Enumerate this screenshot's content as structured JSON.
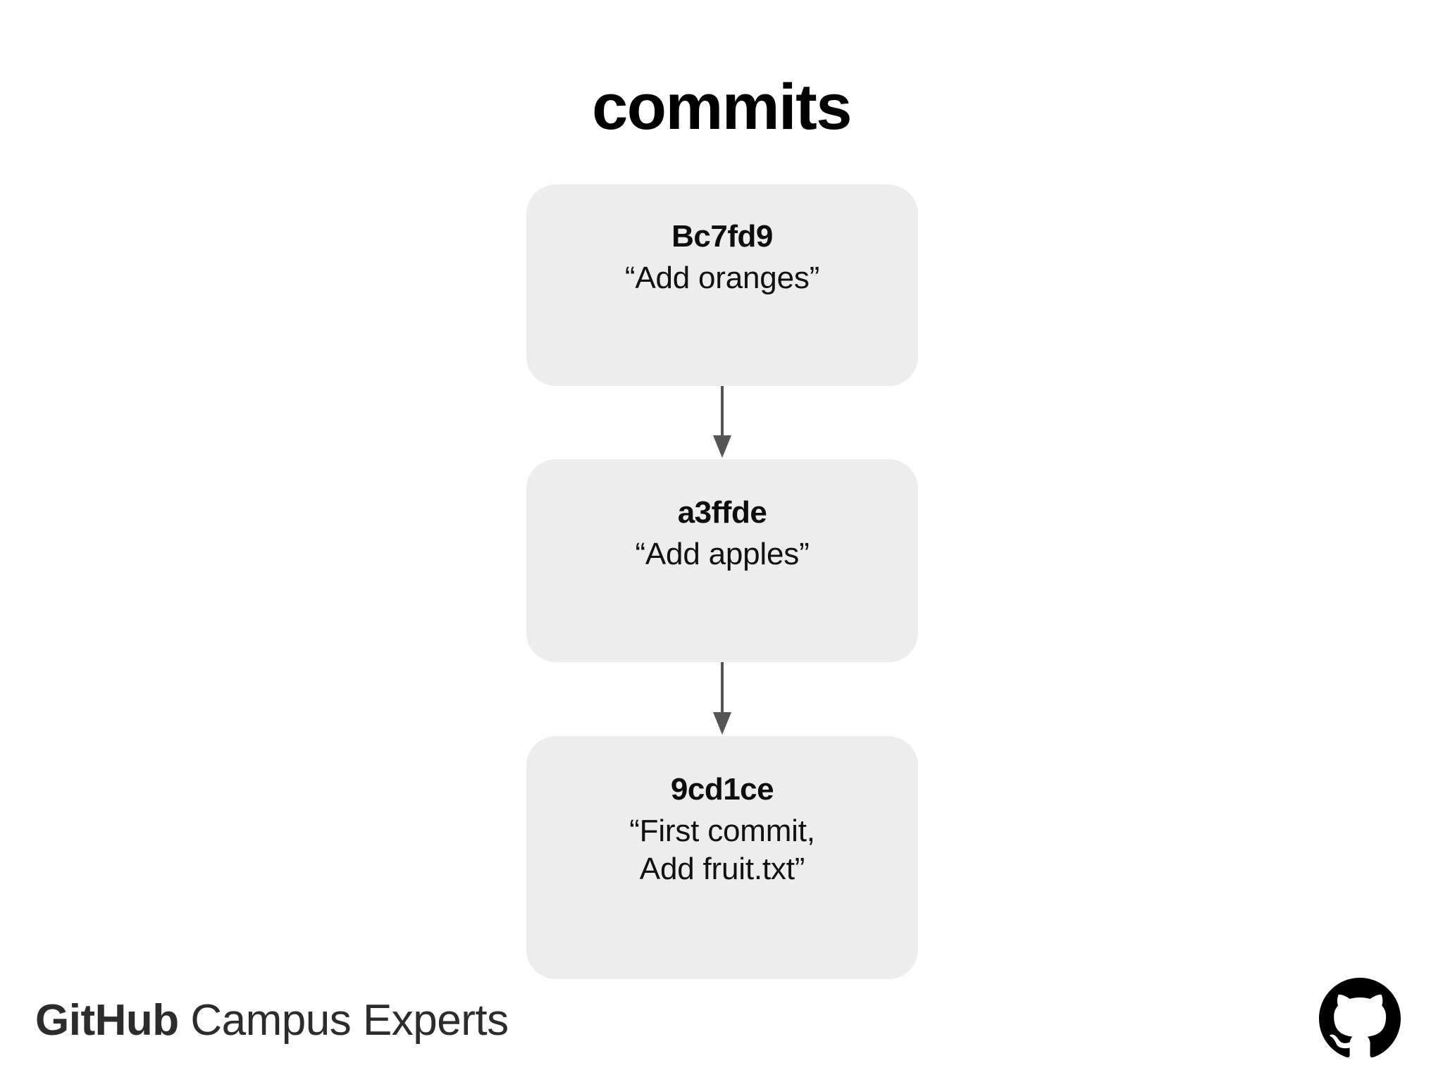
{
  "slide": {
    "title": "commits",
    "background_color": "#ffffff"
  },
  "colors": {
    "node_background": "#ededed",
    "node_text": "#0d0d0d",
    "arrow": "#555555",
    "footer_text": "#2c2c2c",
    "logo": "#000000"
  },
  "graph": {
    "type": "vertical-chain",
    "direction": "newest-to-oldest",
    "nodes": [
      {
        "hash": "Bc7fd9",
        "message": "“Add oranges”",
        "open_quote": "“",
        "message_text": "Add oranges",
        "close_quote": "”"
      },
      {
        "hash": "a3ffde",
        "message": "“Add apples”",
        "open_quote": "“",
        "message_text": "Add apples",
        "close_quote": "”"
      },
      {
        "hash": "9cd1ce",
        "message": "“First commit,\nAdd fruit.txt”",
        "open_quote": "“",
        "message_text": "First commit,\nAdd fruit.txt",
        "close_quote": "”"
      }
    ],
    "connectors": [
      {
        "from": "Bc7fd9",
        "to": "a3ffde",
        "style": "arrow-down"
      },
      {
        "from": "a3ffde",
        "to": "9cd1ce",
        "style": "arrow-down"
      }
    ]
  },
  "footer": {
    "brand_strong": "GitHub",
    "brand_light": "Campus Experts",
    "logo_name": "github-octocat-logo"
  }
}
